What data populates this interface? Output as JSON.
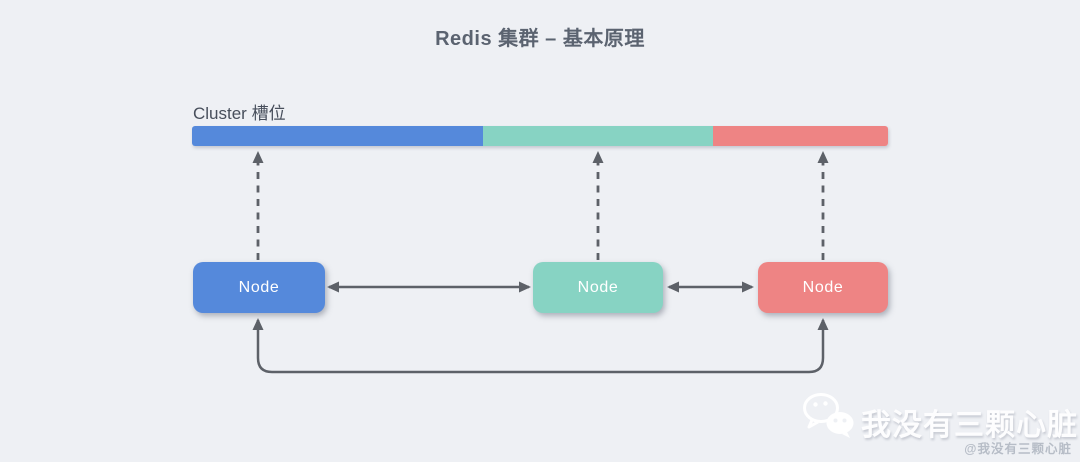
{
  "title": "Redis 集群 – 基本原理",
  "cluster_bar": {
    "label": "Cluster 槽位",
    "segments": [
      {
        "name": "node-1-slots",
        "color": "#5589db",
        "width": "41.8%"
      },
      {
        "name": "node-2-slots",
        "color": "#87d3c3",
        "width": "33.0%"
      },
      {
        "name": "node-3-slots",
        "color": "#ee8484",
        "width": "25.2%"
      }
    ]
  },
  "nodes": [
    {
      "label": "Node",
      "color": "#5589db"
    },
    {
      "label": "Node",
      "color": "#87d3c3"
    },
    {
      "label": "Node",
      "color": "#ee8484"
    }
  ],
  "watermark": {
    "icon": "wechat-icon",
    "text": "我没有三颗心脏",
    "handle": "@我没有三颗心脏"
  },
  "colors": {
    "background": "#eef0f4",
    "line": "#5d6168",
    "title_text": "#5b6370",
    "label_text": "#474e5b"
  }
}
